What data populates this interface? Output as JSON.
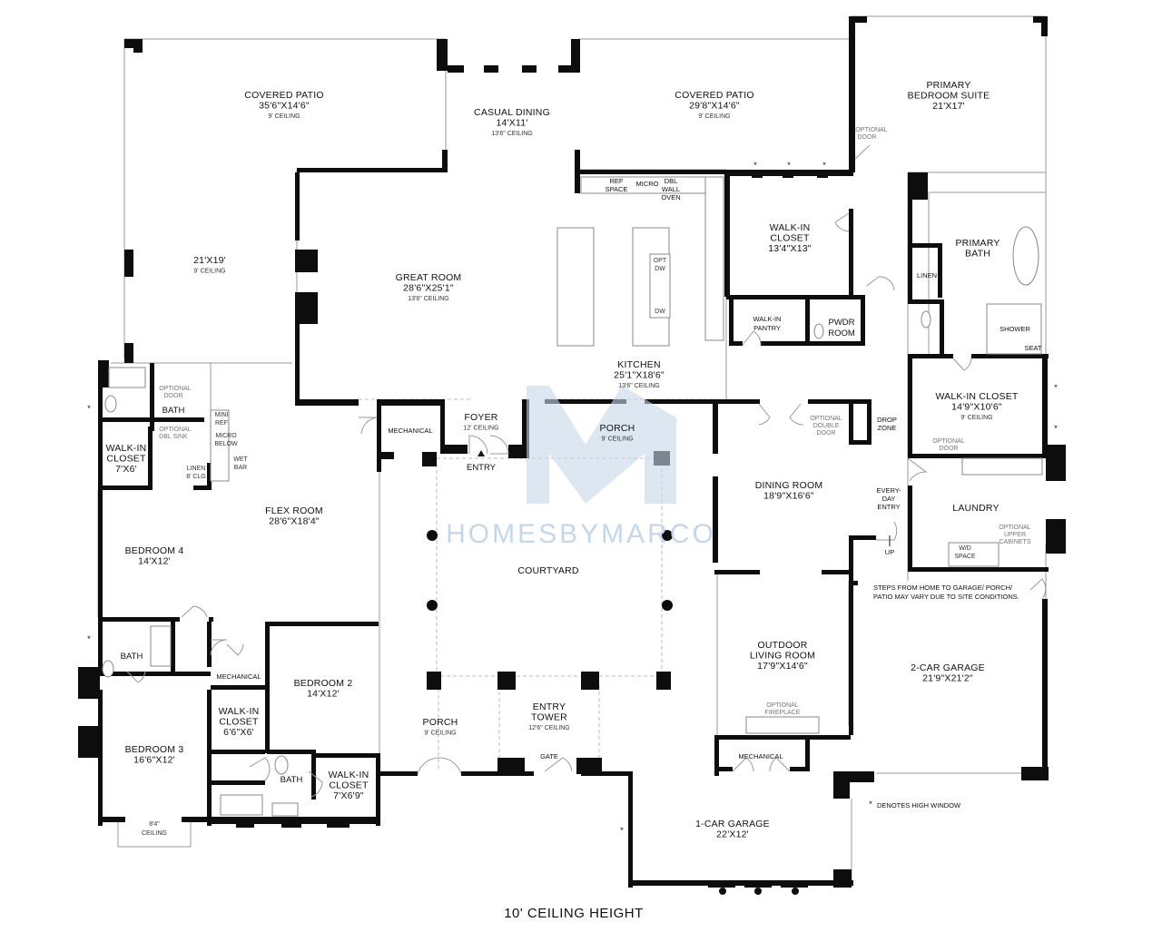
{
  "rooms": [
    {
      "id": "covered-patio-left",
      "lines": [
        "COVERED PATIO",
        "35'6\"X14'6\""
      ],
      "sub": "9' CEILING"
    },
    {
      "id": "casual-dining",
      "lines": [
        "CASUAL DINING",
        "14'X11'"
      ],
      "sub": "13'6\" CEILING"
    },
    {
      "id": "covered-patio-right",
      "lines": [
        "COVERED PATIO",
        "29'8\"X14'6\""
      ],
      "sub": "9' CEILING"
    },
    {
      "id": "primary-bedroom-suite",
      "lines": [
        "PRIMARY",
        "BEDROOM SUITE",
        "21'X17'"
      ],
      "sub": ""
    },
    {
      "id": "patio-21x19",
      "lines": [
        "21'X19'"
      ],
      "sub": "9' CEILING"
    },
    {
      "id": "great-room",
      "lines": [
        "GREAT ROOM",
        "28'6\"X25'1\""
      ],
      "sub": "13'6\" CEILING"
    },
    {
      "id": "walk-in-closet-primary",
      "lines": [
        "WALK-IN",
        "CLOSET",
        "13'4\"X13\""
      ],
      "sub": ""
    },
    {
      "id": "primary-bath",
      "lines": [
        "PRIMARY",
        "BATH"
      ],
      "sub": ""
    },
    {
      "id": "kitchen",
      "lines": [
        "KITCHEN",
        "25'1\"X18'6\""
      ],
      "sub": "13'6\" CEILING"
    },
    {
      "id": "walk-in-closet-laundry-side",
      "lines": [
        "WALK-IN CLOSET",
        "14'9\"X10'6\""
      ],
      "sub": "9' CEILING"
    },
    {
      "id": "foyer",
      "lines": [
        "FOYER"
      ],
      "sub": "12' CEILING"
    },
    {
      "id": "porch-front",
      "lines": [
        "PORCH"
      ],
      "sub": "9' CEILING"
    },
    {
      "id": "flex-room",
      "lines": [
        "FLEX ROOM",
        "28'6\"X18'4\""
      ],
      "sub": ""
    },
    {
      "id": "dining-room",
      "lines": [
        "DINING ROOM",
        "18'9\"X16'6\""
      ],
      "sub": ""
    },
    {
      "id": "laundry",
      "lines": [
        "LAUNDRY"
      ],
      "sub": ""
    },
    {
      "id": "bedroom-4",
      "lines": [
        "BEDROOM 4",
        "14'X12'"
      ],
      "sub": ""
    },
    {
      "id": "walk-in-closet-bed4",
      "lines": [
        "WALK-IN",
        "CLOSET",
        "7'X6'"
      ],
      "sub": ""
    },
    {
      "id": "courtyard",
      "lines": [
        "COURTYARD"
      ],
      "sub": ""
    },
    {
      "id": "outdoor-living-room",
      "lines": [
        "OUTDOOR",
        "LIVING ROOM",
        "17'9\"X14'6\""
      ],
      "sub": ""
    },
    {
      "id": "two-car-garage",
      "lines": [
        "2-CAR GARAGE",
        "21'9\"X21'2\""
      ],
      "sub": ""
    },
    {
      "id": "bedroom-2",
      "lines": [
        "BEDROOM 2",
        "14'X12'"
      ],
      "sub": ""
    },
    {
      "id": "bedroom-3",
      "lines": [
        "BEDROOM 3",
        "16'6\"X12'"
      ],
      "sub": ""
    },
    {
      "id": "walk-in-closet-bed3",
      "lines": [
        "WALK-IN",
        "CLOSET",
        "6'6\"X6'"
      ],
      "sub": ""
    },
    {
      "id": "porch-left",
      "lines": [
        "PORCH"
      ],
      "sub": "9' CEILING"
    },
    {
      "id": "entry-tower",
      "lines": [
        "ENTRY",
        "TOWER"
      ],
      "sub": "12'6\" CEILING"
    },
    {
      "id": "walk-in-closet-bed2",
      "lines": [
        "WALK-IN",
        "CLOSET",
        "7'X6'9\""
      ],
      "sub": ""
    },
    {
      "id": "one-car-garage",
      "lines": [
        "1-CAR GARAGE",
        "22'X12'"
      ],
      "sub": ""
    }
  ],
  "small_labels": {
    "bath_upper": "BATH",
    "bath_middle": "BATH",
    "bath_lower": "BATH",
    "mechanical_center": "MECHANICAL",
    "mechanical_left": "MECHANICAL",
    "mechanical_garage": "MECHANICAL",
    "entry": "ENTRY",
    "walk_in_pantry": [
      "WALK-IN",
      "PANTRY"
    ],
    "pwdr_room": [
      "PWDR",
      "ROOM"
    ],
    "linen_primary": "LINEN",
    "shower": "SHOWER",
    "seat": "SEAT",
    "drop_zone": [
      "DROP",
      "ZONE"
    ],
    "everyday_entry": [
      "EVERY-",
      "DAY",
      "ENTRY"
    ],
    "up": "UP",
    "gate": "GATE",
    "ref_space": [
      "REF",
      "SPACE"
    ],
    "micro": "MICRO",
    "dbl_wall_oven": [
      "DBL",
      "WALL",
      "OVEN"
    ],
    "opt_dw": [
      "OPT",
      "DW"
    ],
    "dw": "DW",
    "mini_ref": [
      "MINI",
      "REF"
    ],
    "micro_below": [
      "MICRO",
      "BELOW"
    ],
    "wet_bar": [
      "WET",
      "BAR"
    ],
    "linen_clg": [
      "LINEN",
      "8' CLG"
    ],
    "wd_space": [
      "W/D",
      "SPACE"
    ],
    "ceiling_8_4": [
      "8'4\"",
      "CEILING"
    ]
  },
  "optional_labels": {
    "optional_door_primary": [
      "OPTIONAL",
      "DOOR"
    ],
    "optional_door_bath": [
      "OPTIONAL",
      "DOOR"
    ],
    "optional_dbl_sink": [
      "OPTIONAL",
      "DBL SINK"
    ],
    "optional_double_door": [
      "OPTIONAL",
      "DOUBLE",
      "DOOR"
    ],
    "optional_door_closet": [
      "OPTIONAL",
      "DOOR"
    ],
    "optional_upper_cabinets": [
      "OPTIONAL",
      "UPPER",
      "CABINETS"
    ],
    "optional_fireplace": [
      "OPTIONAL",
      "FIREPLACE"
    ]
  },
  "notes": {
    "steps": [
      "STEPS FROM HOME TO GARAGE/ PORCH/",
      "PATIO MAY VARY DUE TO SITE CONDITIONS."
    ],
    "high_window_symbol": "*",
    "high_window_text": "DENOTES HIGH WINDOW"
  },
  "watermark": "HOMESBYMARCO",
  "footer": "10' CEILING HEIGHT",
  "colors": {
    "wall": "#0d0d0d",
    "watermark": "#c4d7ea",
    "background": "#ffffff"
  }
}
